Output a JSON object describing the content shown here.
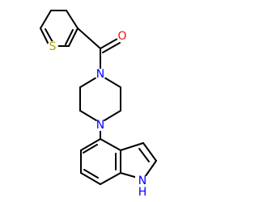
{
  "molecule": {
    "atoms": {
      "sulfur": {
        "symbol": "S",
        "color": "#b5a200"
      },
      "oxygen": {
        "symbol": "O",
        "color": "#ff0d0d"
      },
      "nitrogen_top": {
        "symbol": "N",
        "color": "#0000ff"
      },
      "nitrogen_bottom": {
        "symbol": "N",
        "color": "#0000ff"
      },
      "nh": {
        "symbol": "NH",
        "h": "H",
        "color": "#0000ff"
      }
    }
  }
}
